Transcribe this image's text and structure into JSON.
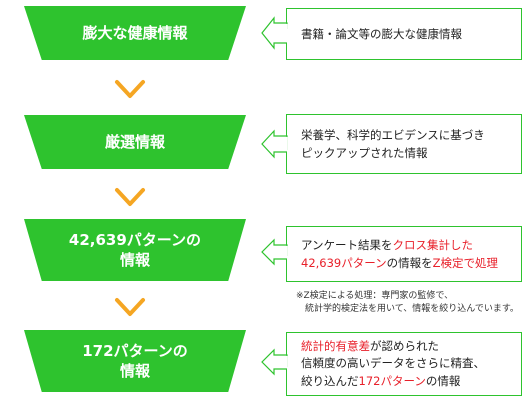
{
  "colors": {
    "green": "#2ec32e",
    "arrow_orange": "#f5a623",
    "highlight_red": "#e8202a"
  },
  "stages": [
    {
      "label": "膨大な健康情報"
    },
    {
      "label": "厳選情報"
    },
    {
      "label": "42,639パターンの\n情報"
    },
    {
      "label": "172パターンの\n情報"
    }
  ],
  "descriptions": {
    "d1": {
      "line1": "書籍・論文等の膨大な健康情報"
    },
    "d2": {
      "line1": "栄養学、科学的エビデンスに基づき",
      "line2": "ピックアップされた情報"
    },
    "d3": {
      "l1_a": "アンケート結果を",
      "l1_b": "クロス集計した",
      "l2_a": "42,639パターン",
      "l2_b": "の情報を",
      "l2_c": "Z検定で処理"
    },
    "d4": {
      "l1_a": "統計的有意差",
      "l1_b": "が認められた",
      "l2": "信頼度の高いデータをさらに精査、",
      "l3_a": "絞り込んだ",
      "l3_b": "172パターン",
      "l3_c": "の情報"
    }
  },
  "note": {
    "line1": "※Z検定による処理：専門家の監修で、",
    "line2": "　統計学的検定法を用いて、情報を絞り込んでいます。"
  }
}
